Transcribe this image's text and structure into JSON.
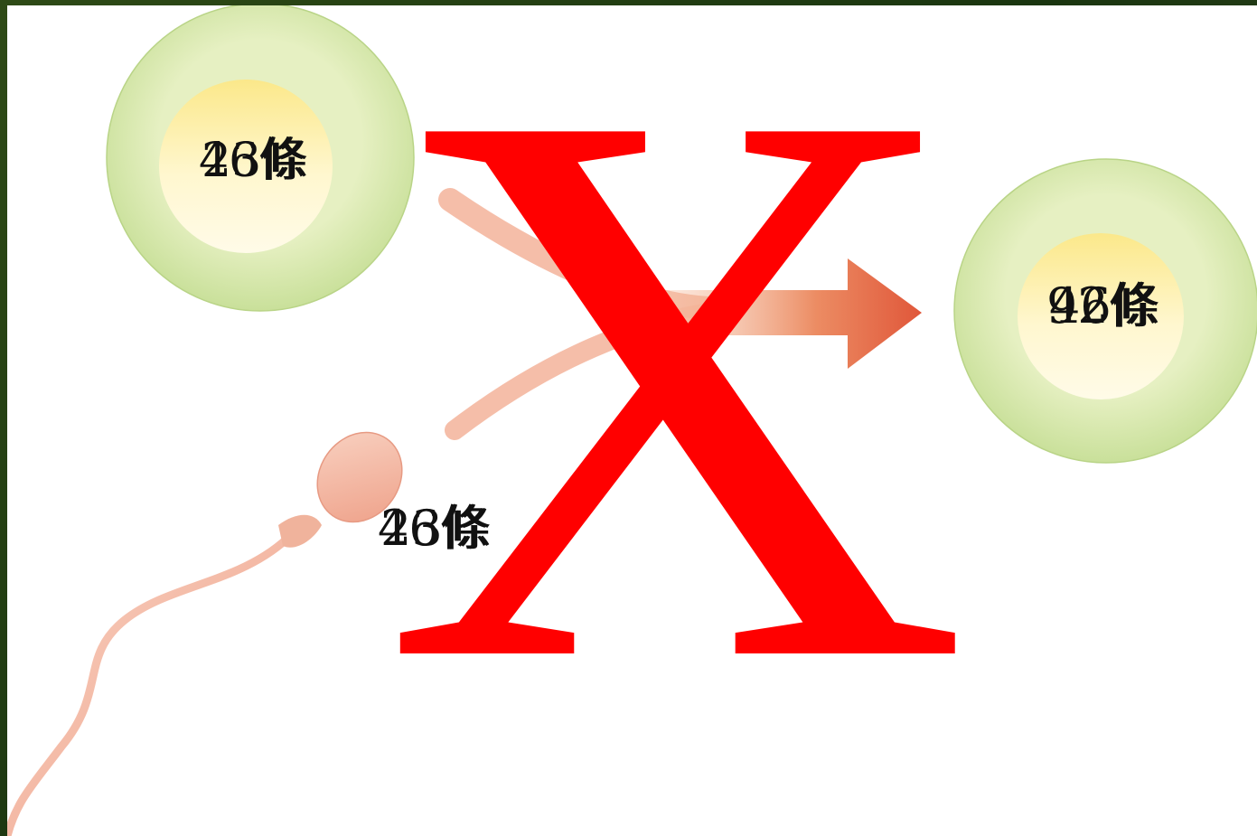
{
  "labels": {
    "egg_cell": {
      "back": "46條",
      "front": "23條"
    },
    "sperm": {
      "back": "46條",
      "front": "23條"
    },
    "zygote": {
      "back": "92條",
      "front": "46條"
    }
  },
  "overlay": {
    "cross_text": "X"
  },
  "colors": {
    "cross": "#ff0000",
    "cell_outer": "#d8e9b2",
    "cell_inner": "#fff6c4",
    "arrow": "#e8774f",
    "sperm": "#f2b5a0"
  }
}
